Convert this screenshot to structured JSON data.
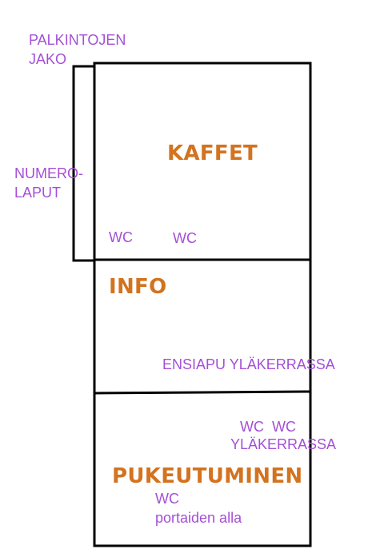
{
  "colors": {
    "room_label": "#d3731f",
    "annotation": "#a44fd6",
    "wall": "#000000",
    "background": "#ffffff"
  },
  "rooms": {
    "kaffet": "KAFFET",
    "info": "INFO",
    "pukeutuminen": "PUKEUTUMINEN"
  },
  "annotations": {
    "palkintojen_line1": "PALKINTOJEN",
    "palkintojen_line2": "JAKO",
    "numero_line1": "NUMERO-",
    "numero_line2": "LAPUT",
    "kaffet_wc_1": "WC",
    "kaffet_wc_2": "WC",
    "ensiapu": "ENSIAPU YLÄKERRASSA",
    "pukeutuminen_wc_line1": "WC  WC",
    "pukeutuminen_wc_line2": "YLÄKERRASSA",
    "stairs_wc_line1": "WC",
    "stairs_wc_line2": "portaiden alla"
  }
}
